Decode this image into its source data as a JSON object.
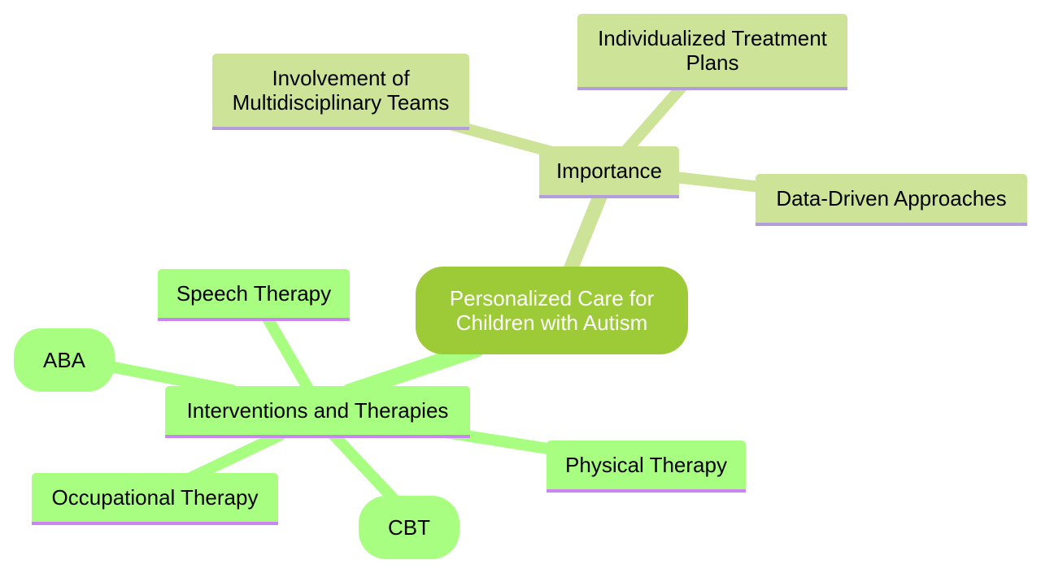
{
  "colors": {
    "root_fill": "#9ccb37",
    "importance_fill": "#cde498",
    "importance_underline": "#b39ddb",
    "interventions_fill": "#a7fe81",
    "interventions_underline": "#c986f0",
    "importance_edge": "#cde498",
    "interventions_edge": "#a7fe81"
  },
  "mindmap": {
    "root": "Personalized Care for Children with Autism",
    "importance": {
      "label": "Importance",
      "children": {
        "multidisciplinary": "Involvement of Multidisciplinary Teams",
        "individualized": "Individualized Treatment Plans",
        "data_driven": "Data-Driven Approaches"
      }
    },
    "interventions": {
      "label": "Interventions and Therapies",
      "children": {
        "speech": "Speech Therapy",
        "aba": "ABA",
        "occupational": "Occupational Therapy",
        "cbt": "CBT",
        "physical": "Physical Therapy"
      }
    }
  }
}
